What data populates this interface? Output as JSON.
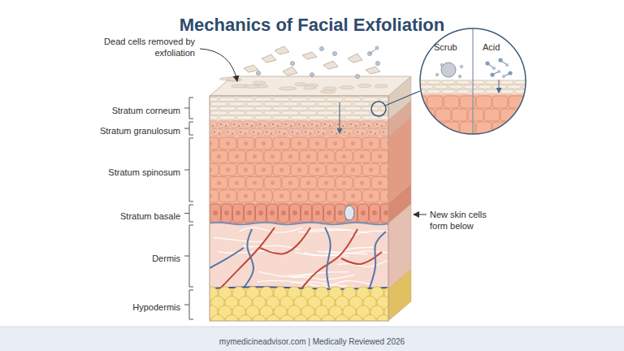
{
  "diagram": {
    "title": "Mechanics of Facial Exfoliation",
    "nodes": [
      {
        "text": [
          "Scrub",
          "Acid"
        ]
      }
    ],
    "labels": [
      "Dead cells removed by exfoliation",
      "Stratum corneum",
      "Stratum granulosum",
      "Stratum spinosum",
      "Stratum basale",
      "Dermis",
      "Hypodermis",
      "New skin cells form below",
      "mymedicineadvisor.com | Medically Reviewed 2026"
    ]
  }
}
